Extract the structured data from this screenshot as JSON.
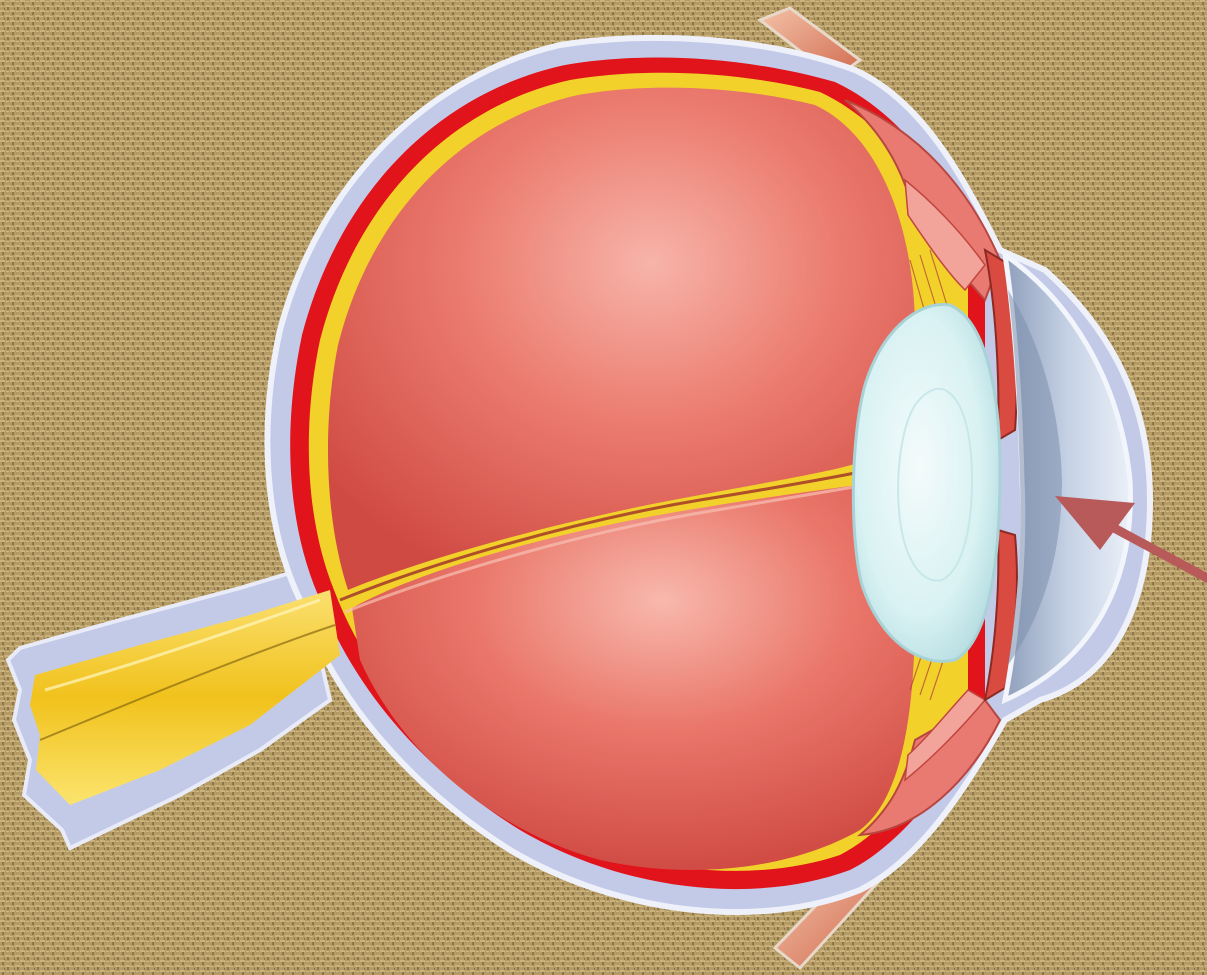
{
  "diagram": {
    "subject": "eye-cross-section",
    "labels": [],
    "indicator": {
      "type": "arrow",
      "target": "cornea",
      "color": "#b85a5a"
    },
    "background": {
      "pattern": "woven-burlap",
      "color": "#b49a64"
    },
    "colors": {
      "sclera": "#c3cae8",
      "choroid": "#e0141a",
      "retina": "#f2d22a",
      "vitreous": "#e8665c",
      "lens": "#d8f2f2",
      "cornea": "#b8c6dc",
      "optic_nerve": "#f0c820",
      "ciliary_body": "#e87a72"
    }
  }
}
